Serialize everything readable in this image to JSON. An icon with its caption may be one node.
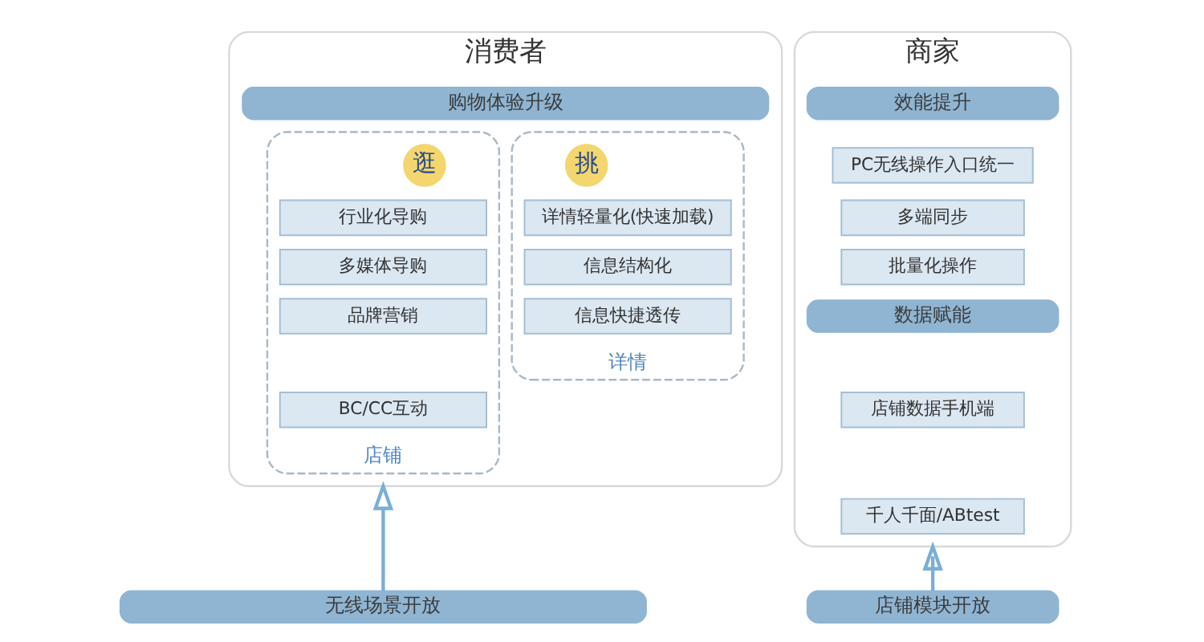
{
  "diagram": {
    "nodes": [
      {
        "text": [
          "消费者"
        ]
      },
      {
        "text": [
          "购物体验升级"
        ],
        "in": 0
      },
      {
        "text": [
          "店铺"
        ],
        "in": 0
      },
      {
        "text": [
          "逛"
        ],
        "in": 2
      },
      {
        "text": [
          "行业化导购"
        ],
        "in": 2
      },
      {
        "text": [
          "多媒体导购"
        ],
        "in": 2
      },
      {
        "text": [
          "品牌营销"
        ],
        "in": 2
      },
      {
        "text": [
          "BC/CC互动"
        ],
        "in": 2
      },
      {
        "text": [
          "详情"
        ],
        "in": 0
      },
      {
        "text": [
          "挑"
        ],
        "in": 8
      },
      {
        "text": [
          "详情轻量化(快速加载)"
        ],
        "in": 8
      },
      {
        "text": [
          "信息结构化"
        ],
        "in": 8
      },
      {
        "text": [
          "信息快捷透传"
        ],
        "in": 8
      },
      {
        "text": [
          "无线场景开放"
        ]
      },
      {
        "text": [
          "商家"
        ]
      },
      {
        "text": [
          "效能提升"
        ],
        "in": 14
      },
      {
        "text": [
          "PC无线操作入口统一"
        ],
        "in": 14
      },
      {
        "text": [
          "多端同步"
        ],
        "in": 14
      },
      {
        "text": [
          "批量化操作"
        ],
        "in": 14
      },
      {
        "text": [
          "数据赋能"
        ],
        "in": 14
      },
      {
        "text": [
          "店铺数据手机端"
        ],
        "in": 14
      },
      {
        "text": [
          "千人千面/ABtest"
        ],
        "in": 14
      },
      {
        "text": [
          "店铺模块开放"
        ]
      }
    ],
    "edges": [
      {
        "from": 13,
        "to": 0,
        "arrow": "to"
      },
      {
        "from": 22,
        "to": 14,
        "arrow": "to"
      }
    ]
  }
}
